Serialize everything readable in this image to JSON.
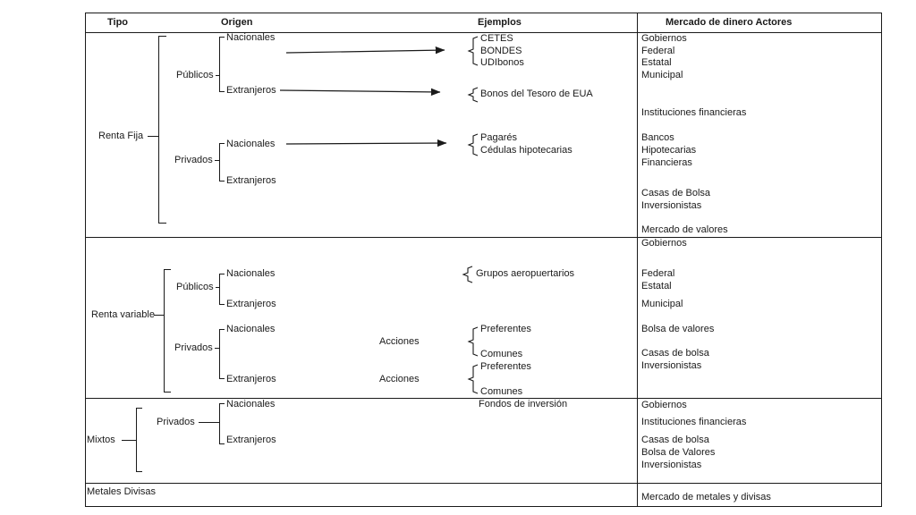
{
  "header": {
    "tipo": "Tipo",
    "origen": "Origen",
    "ejemplos": "Ejemplos",
    "actores": "Mercado de dinero Actores"
  },
  "renta_fija": {
    "label": "Renta Fija",
    "publicos": "Públicos",
    "privados": "Privados",
    "pub_nacionales": "Nacionales",
    "pub_extranjeros": "Extranjeros",
    "priv_nacionales": "Nacionales",
    "priv_extranjeros": "Extranjeros",
    "pub_nac_ejemplos": [
      "CETES",
      "BONDES",
      "UDIbonos"
    ],
    "pub_ext_ejemplos": [
      "Bonos del Tesoro de EUA"
    ],
    "priv_nac_ejemplos": [
      "Pagarés",
      "Cédulas hipotecarias"
    ],
    "actores": [
      "Gobiernos",
      "Federal",
      "Estatal",
      "Municipal",
      "Instituciones financieras",
      "Bancos",
      "Hipotecarias",
      "Financieras",
      "Casas de Bolsa",
      "Inversionistas",
      "Mercado de valores"
    ]
  },
  "renta_variable": {
    "label": "Renta variable",
    "publicos": "Públicos",
    "privados": "Privados",
    "pub_nacionales": "Nacionales",
    "pub_extranjeros": "Extranjeros",
    "pub_ejemplo": "Grupos aeropuertarios",
    "priv_nacionales": "Nacionales",
    "priv_extranjeros": "Extranjeros",
    "acciones_nac": "Acciones",
    "acciones_ext": "Acciones",
    "nac_tipos": [
      "Preferentes",
      "Comunes"
    ],
    "ext_tipos": [
      "Preferentes",
      "Comunes"
    ],
    "actores": [
      "Gobiernos",
      "Federal",
      "Estatal",
      "Municipal",
      "Bolsa de valores",
      "Casas de bolsa",
      "Inversionistas"
    ]
  },
  "mixtos": {
    "label": "Mixtos",
    "privados": "Privados",
    "nacionales": "Nacionales",
    "extranjeros": "Extranjeros",
    "ejemplo": "Fondos de inversión",
    "actores": [
      "Gobiernos",
      "Instituciones financieras",
      "Casas de bolsa",
      "Bolsa de Valores",
      "Inversionistas"
    ]
  },
  "metales": {
    "label": "Metales Divisas",
    "actor": "Mercado de metales y divisas"
  }
}
